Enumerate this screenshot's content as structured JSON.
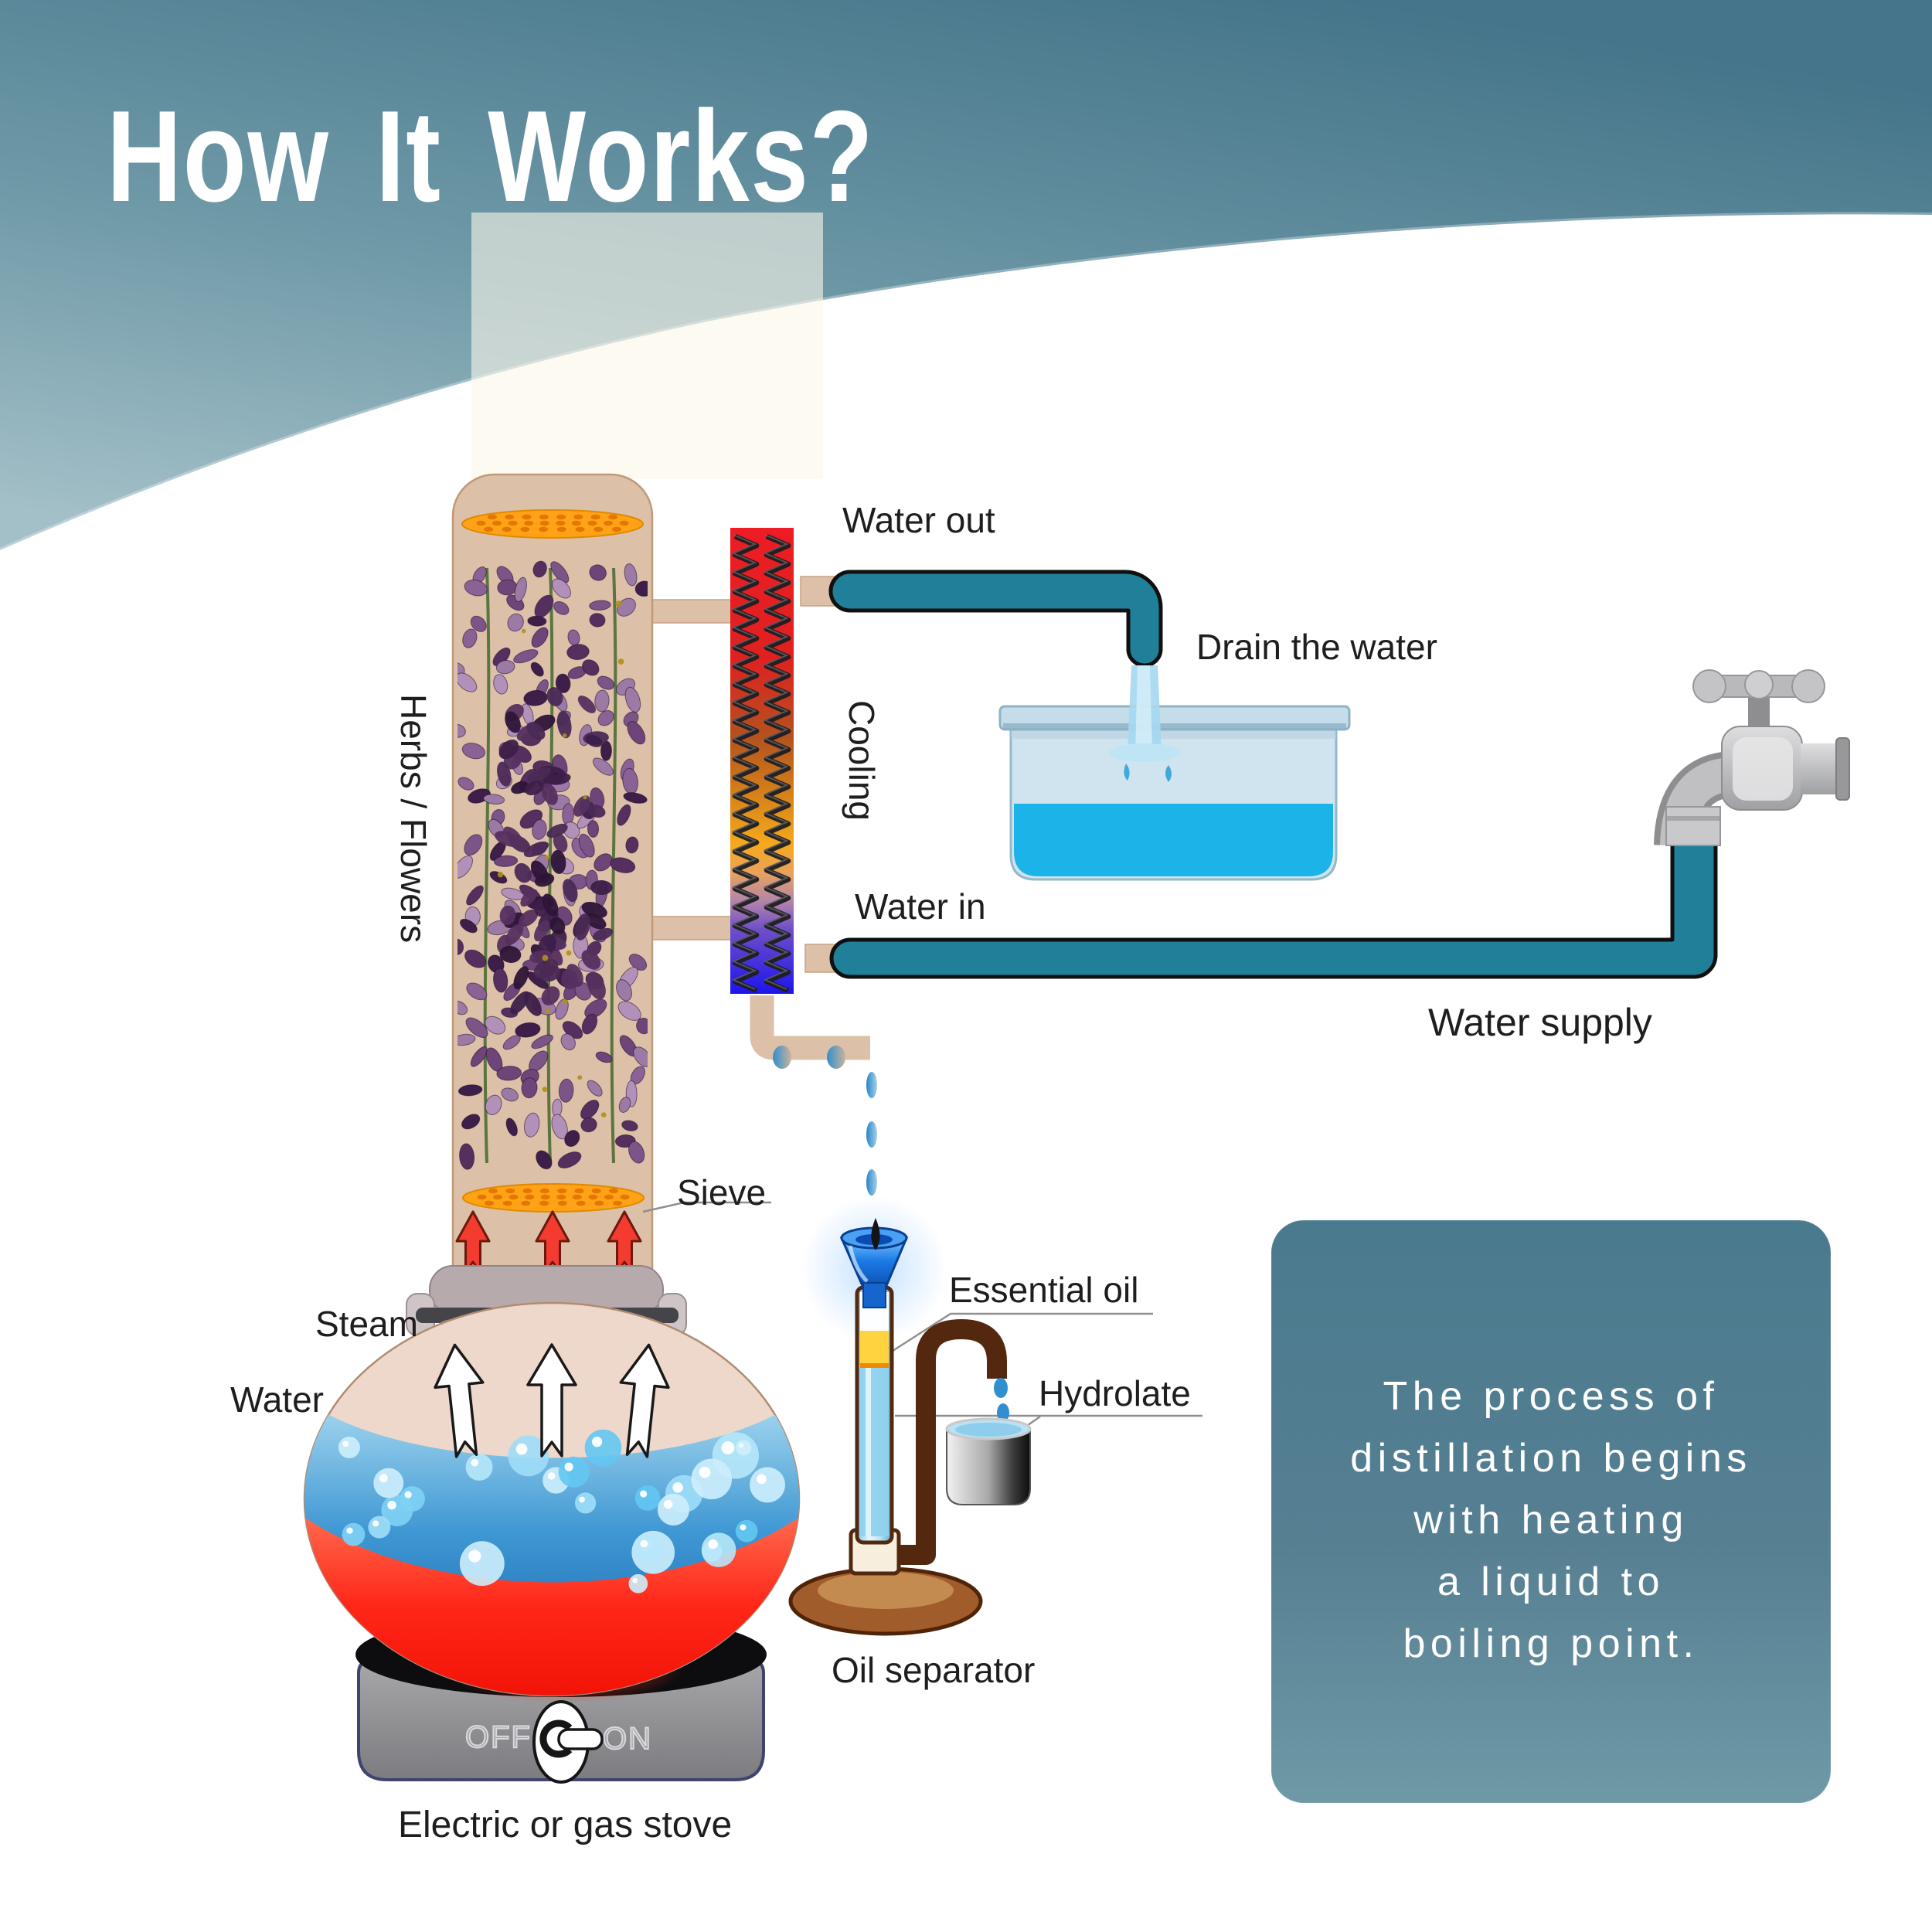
{
  "title": "How It Works?",
  "diagram": {
    "labels": {
      "herbs_flowers": "Herbs / Flowers",
      "cooling": "Cooling",
      "water_out": "Water out",
      "drain_water": "Drain the water",
      "water_in": "Water in",
      "water_supply": "Water supply",
      "sieve": "Sieve",
      "steam": "Steam",
      "water": "Water",
      "essential_oil": "Essential oil",
      "hydrolate": "Hydrolate",
      "oil_separator": "Oil separator",
      "stove": "Electric or gas stove",
      "stove_off": "OFF",
      "stove_on": "ON"
    }
  },
  "info_box": {
    "lines": [
      "The process of",
      "distillation begins",
      "with heating",
      "a liquid to",
      "boiling point."
    ]
  },
  "colors": {
    "header_top": "#45758a",
    "header_bottom": "#a3bfc7",
    "pipe_teal": "#20809a",
    "tan": "#dcc0a8",
    "info_box_teal": "#4f7e92",
    "coil_hot": "#ee1c24",
    "coil_cold": "#1d14ee",
    "water_blue": "#1cb4e8",
    "flame_red": "#ff2015",
    "flower_purple": "#8a6296"
  }
}
